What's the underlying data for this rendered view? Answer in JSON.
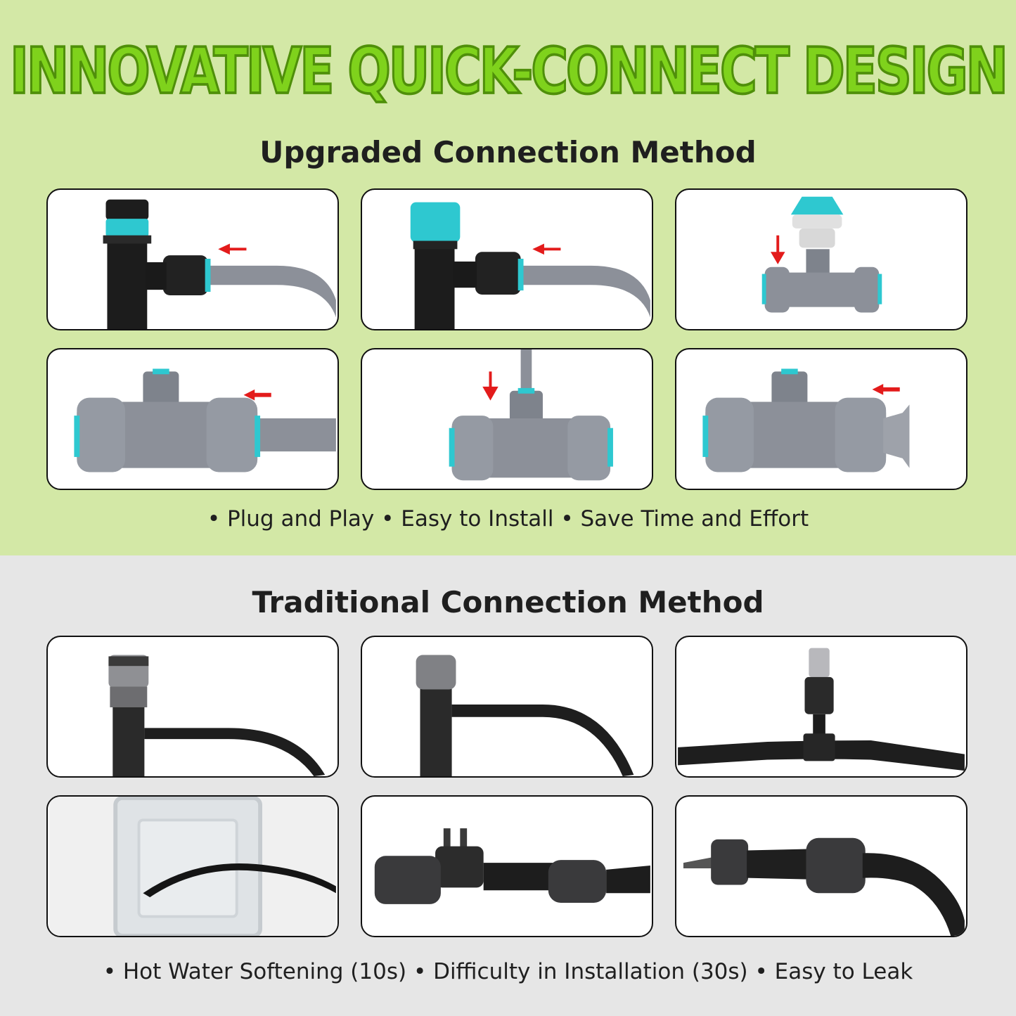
{
  "headline": "INNOVATIVE QUICK-CONNECT DESIGN",
  "upgraded": {
    "title": "Upgraded Connection Method",
    "caption": "• Plug and Play •  Easy to Install • Save Time and Effort",
    "panels": [
      {
        "icon": "stake-quick-connect-icon"
      },
      {
        "icon": "stake-nozzle-connect-icon"
      },
      {
        "icon": "tee-nozzle-insert-icon"
      },
      {
        "icon": "tee-tube-insert-icon"
      },
      {
        "icon": "tee-branch-insert-icon"
      },
      {
        "icon": "tee-end-plug-icon"
      }
    ]
  },
  "traditional": {
    "title": "Traditional Connection Method",
    "caption": "• Hot Water Softening (10s)  • Difficulty in Installation (30s)  • Easy to Leak",
    "panels": [
      {
        "icon": "stake-barb-hose-icon"
      },
      {
        "icon": "stake-barb-hose-icon"
      },
      {
        "icon": "barb-tee-nozzle-icon"
      },
      {
        "icon": "hot-water-bowl-icon"
      },
      {
        "icon": "barb-tee-compression-icon"
      },
      {
        "icon": "end-plug-compression-icon"
      }
    ]
  },
  "colors": {
    "top_bg": "#d3e8a6",
    "bottom_bg": "#e6e6e6",
    "headline": "#7fd21c",
    "accent_cyan": "#2ec8d0",
    "fitting_grey": "#8c9099",
    "arrow_red": "#e31b1b"
  }
}
